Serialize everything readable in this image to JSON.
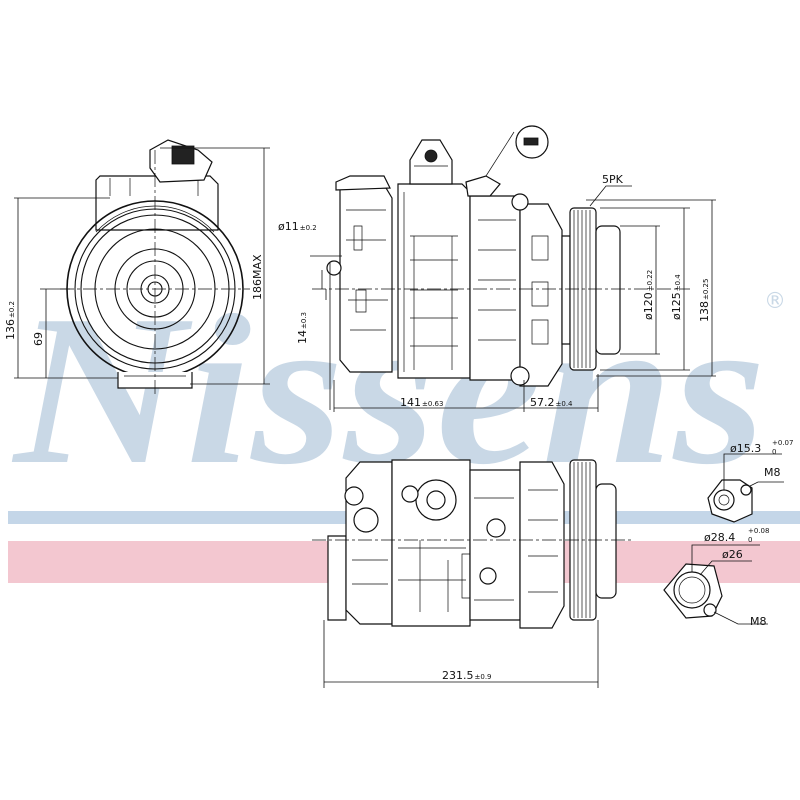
{
  "brand": {
    "watermark": "Nissens",
    "registered": "®",
    "colors": {
      "watermark_blue": "#c9d8e6",
      "stripe_blue": "#c4d6e8",
      "stripe_pink": "#f3c7d0",
      "line": "#111111"
    }
  },
  "dimensions": {
    "front_height": {
      "main": "136",
      "tol": "±0.2"
    },
    "front_height_max": "186MAX",
    "front_axis_height": "69",
    "mount_hole": {
      "main": "ø11",
      "tol": "±0.2"
    },
    "mount_offset": {
      "main": "14",
      "tol": "±0.3"
    },
    "belt": "5PK",
    "pulley_d1": {
      "main": "ø120",
      "tol": "±0.22"
    },
    "pulley_d2": {
      "main": "ø125",
      "tol": "±0.4"
    },
    "pulley_d3": {
      "main": "138",
      "tol": "±0.25"
    },
    "body_length": {
      "main": "141",
      "tol": "±0.63"
    },
    "pulley_offset": {
      "main": "57.2",
      "tol": "±0.4"
    },
    "total_length": {
      "main": "231.5",
      "tol": "±0.9"
    },
    "port_small": {
      "main": "ø15.3",
      "tol_up": "+0.07",
      "tol_down": "0"
    },
    "thread_small": "M8",
    "port_large": {
      "main": "ø28.4",
      "tol_up": "+0.08",
      "tol_down": "0"
    },
    "port_large_inner": "ø26",
    "thread_large": "M8"
  }
}
